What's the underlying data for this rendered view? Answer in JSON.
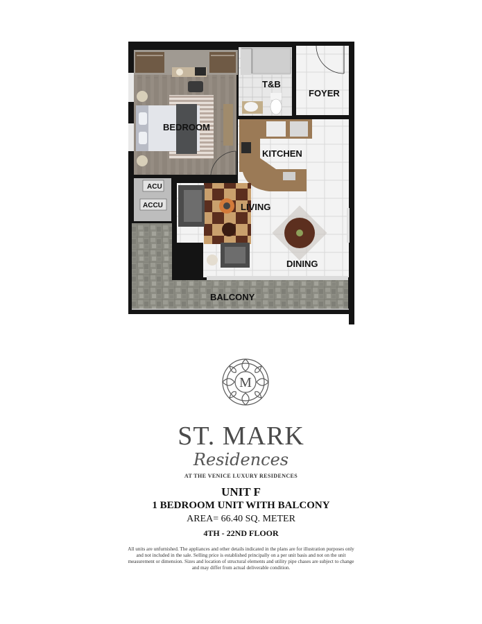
{
  "floor_plan": {
    "rooms": {
      "bedroom": "BEDROOM",
      "toilet_bath": "T&B",
      "foyer": "FOYER",
      "kitchen": "KITCHEN",
      "living": "LIVING",
      "dining": "DINING",
      "balcony": "BALCONY",
      "acu": "ACU",
      "accu": "ACCU"
    },
    "colors": {
      "wall": "#141414",
      "wood_floor": "#8e857b",
      "tile_floor": "#f2f2f2",
      "balcony_floor": "#8f8f86",
      "counter": "#9b7a56"
    }
  },
  "brand": {
    "seal_letter": "M",
    "name": "ST. MARK",
    "script": "Residences",
    "subtitle": "AT THE VENICE LUXURY RESIDENCES"
  },
  "unit": {
    "title": "UNIT F",
    "type": "1 BEDROOM UNIT WITH BALCONY",
    "area": "AREA= 66.40 SQ. METER",
    "floors": "4TH - 22ND FLOOR"
  },
  "disclaimer": "All units are unfurnished. The appliances and other details indicated in the plans are for illustration purposes only and not included in the sale. Selling price is established principally on a per unit basis and not on the unit measurement or dimension. Sizes and location of structural elements and utility pipe chases are subject to change and may differ from actual deliverable condition."
}
